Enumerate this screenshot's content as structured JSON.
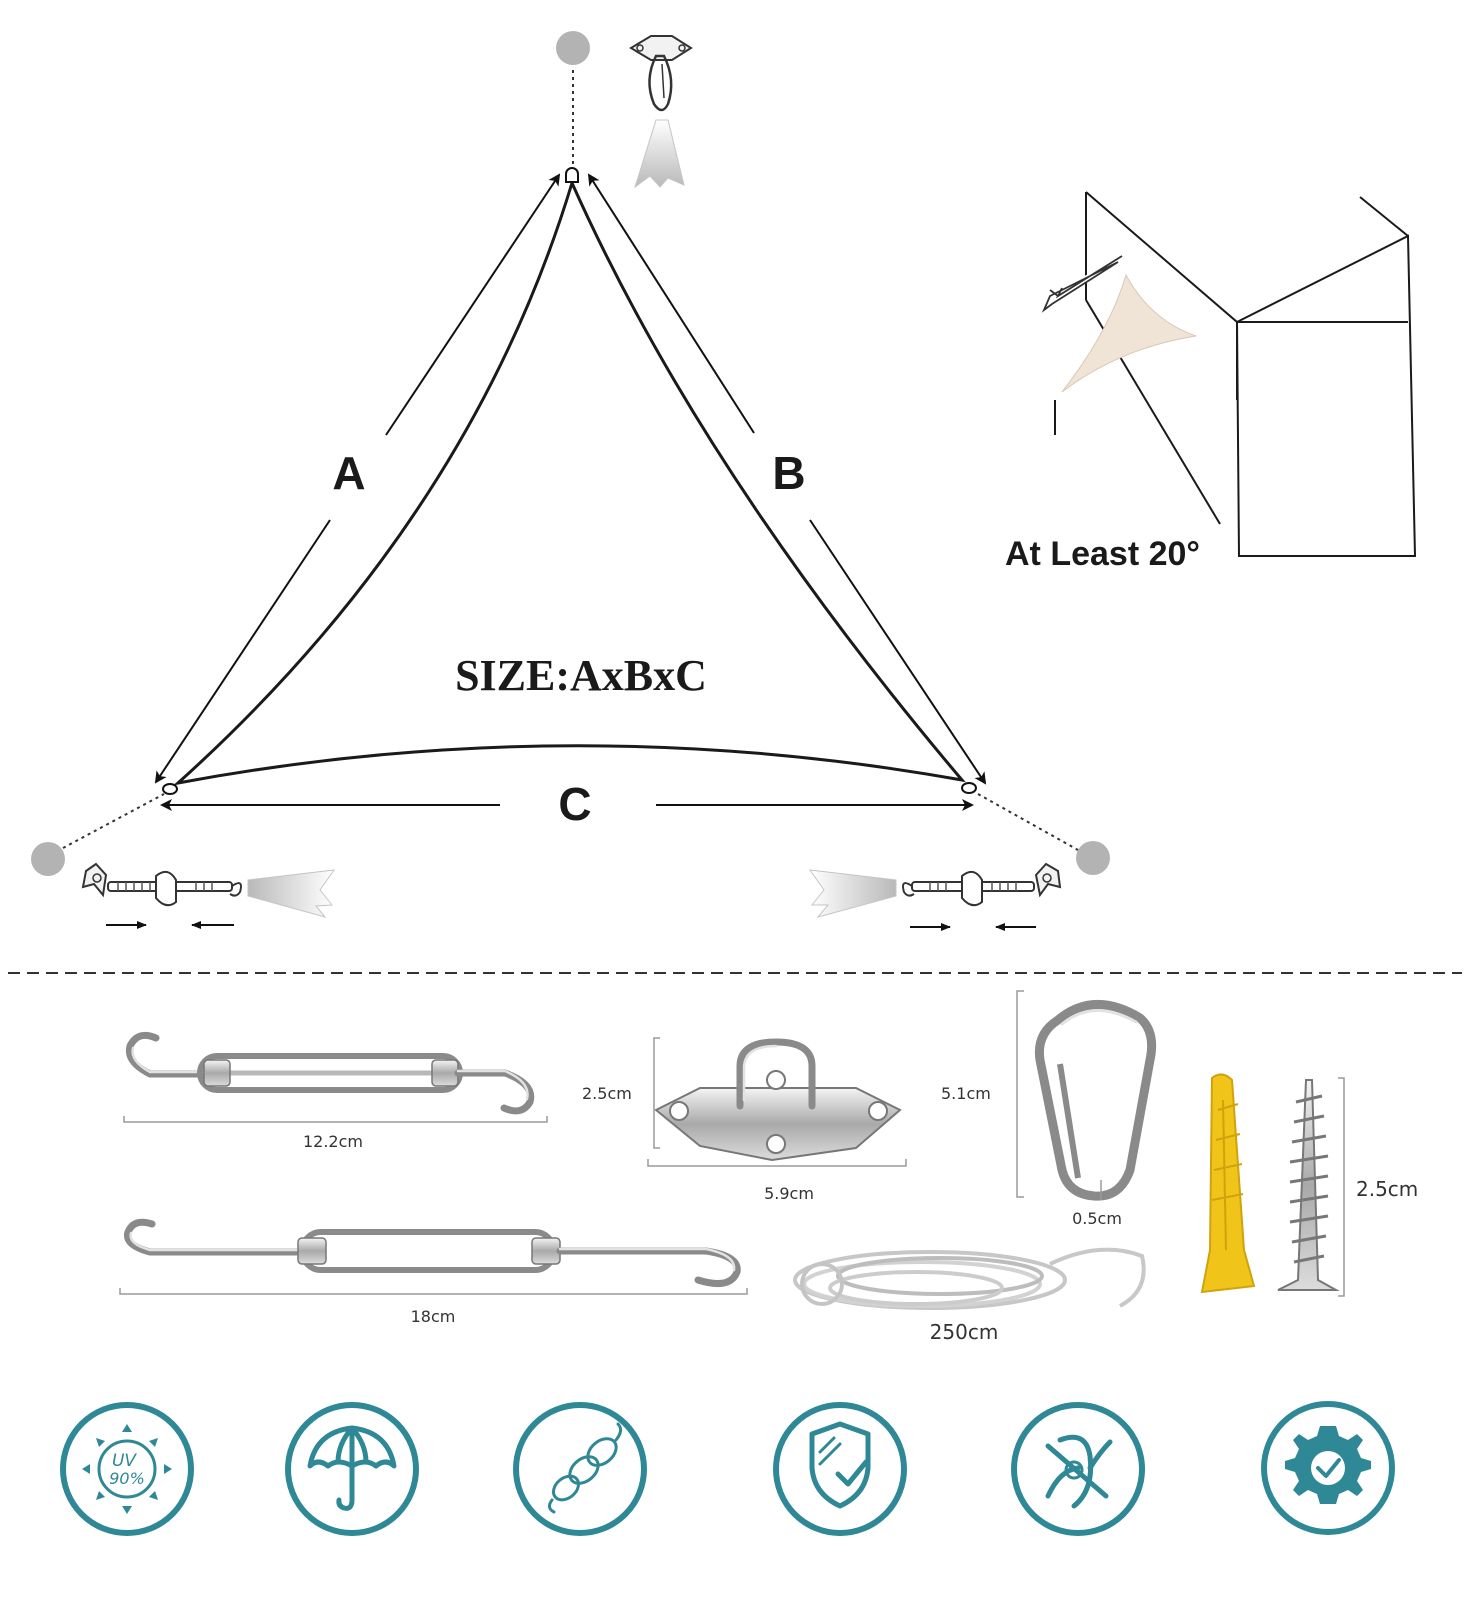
{
  "diagram": {
    "side_labels": {
      "a": "A",
      "b": "B",
      "c": "C"
    },
    "size_label": "SIZE:AxBxC",
    "angle_note": "At Least 20°"
  },
  "accessories": {
    "turnbuckle_small": "12.2cm",
    "turnbuckle_large": "18cm",
    "pad_eye_height": "2.5cm",
    "pad_eye_width": "5.9cm",
    "carabiner_length": "5.1cm",
    "carabiner_wire": "0.5cm",
    "rope_length": "250cm",
    "screw_length": "2.5cm"
  },
  "feature_icons": {
    "uv_line1": "UV",
    "uv_line2": "90%",
    "icons": [
      "uv-protection-icon",
      "umbrella-icon",
      "rope-icon",
      "shield-check-icon",
      "tear-resistant-icon",
      "gear-check-icon"
    ]
  },
  "colors": {
    "icon_teal": "#2f8896",
    "anchor_gray": "#b3b3b3",
    "sail_cream": "#efe4d6",
    "anchor_yellow": "#f0c419"
  }
}
